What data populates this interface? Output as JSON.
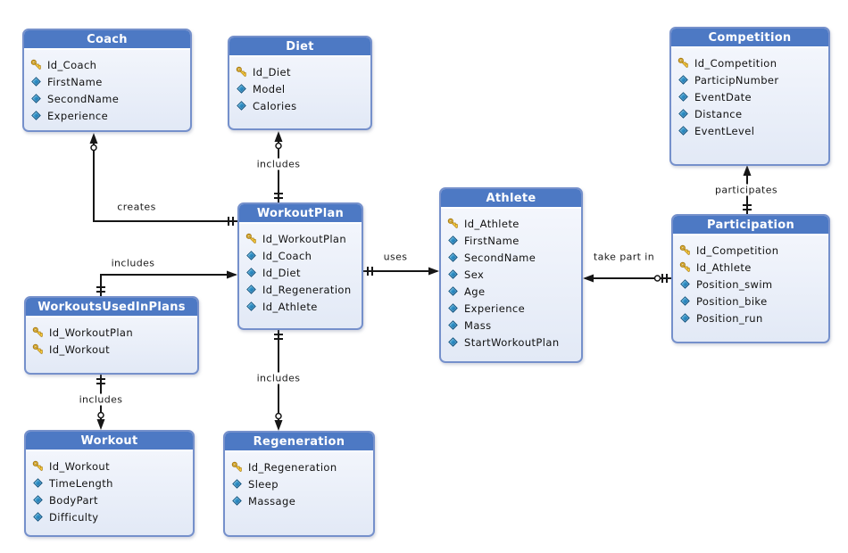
{
  "diagram": {
    "colors": {
      "header": "#4d79c4",
      "entity_border": "#7590cb",
      "entity_fill_top": "#f6f8fd",
      "entity_fill_bottom": "#e2e9f6",
      "line": "#161616",
      "key_gold": "#f3c73e",
      "diamond_blue": "#2d8ec5",
      "canvas": "#ffffff"
    },
    "entities": [
      {
        "name": "Coach",
        "attributes": [
          {
            "icon": "key",
            "label": "Id_Coach"
          },
          {
            "icon": "attribute",
            "label": "FirstName"
          },
          {
            "icon": "attribute",
            "label": "SecondName"
          },
          {
            "icon": "attribute",
            "label": "Experience"
          }
        ]
      },
      {
        "name": "Diet",
        "attributes": [
          {
            "icon": "key",
            "label": "Id_Diet"
          },
          {
            "icon": "attribute",
            "label": "Model"
          },
          {
            "icon": "attribute",
            "label": "Calories"
          }
        ]
      },
      {
        "name": "Competition",
        "attributes": [
          {
            "icon": "key",
            "label": "Id_Competition"
          },
          {
            "icon": "attribute",
            "label": "ParticipNumber"
          },
          {
            "icon": "attribute",
            "label": "EventDate"
          },
          {
            "icon": "attribute",
            "label": "Distance"
          },
          {
            "icon": "attribute",
            "label": "EventLevel"
          }
        ]
      },
      {
        "name": "WorkoutPlan",
        "attributes": [
          {
            "icon": "key",
            "label": "Id_WorkoutPlan"
          },
          {
            "icon": "attribute",
            "label": "Id_Coach"
          },
          {
            "icon": "attribute",
            "label": "Id_Diet"
          },
          {
            "icon": "attribute",
            "label": "Id_Regeneration"
          },
          {
            "icon": "attribute",
            "label": "Id_Athlete"
          }
        ]
      },
      {
        "name": "Athlete",
        "attributes": [
          {
            "icon": "key",
            "label": "Id_Athlete"
          },
          {
            "icon": "attribute",
            "label": "FirstName"
          },
          {
            "icon": "attribute",
            "label": "SecondName"
          },
          {
            "icon": "attribute",
            "label": "Sex"
          },
          {
            "icon": "attribute",
            "label": "Age"
          },
          {
            "icon": "attribute",
            "label": "Experience"
          },
          {
            "icon": "attribute",
            "label": "Mass"
          },
          {
            "icon": "attribute",
            "label": "StartWorkoutPlan"
          }
        ]
      },
      {
        "name": "Participation",
        "attributes": [
          {
            "icon": "key",
            "label": "Id_Competition"
          },
          {
            "icon": "key",
            "label": "Id_Athlete"
          },
          {
            "icon": "attribute",
            "label": "Position_swim"
          },
          {
            "icon": "attribute",
            "label": "Position_bike"
          },
          {
            "icon": "attribute",
            "label": "Position_run"
          }
        ]
      },
      {
        "name": "WorkoutsUsedInPlans",
        "attributes": [
          {
            "icon": "key",
            "label": "Id_WorkoutPlan"
          },
          {
            "icon": "key",
            "label": "Id_Workout"
          }
        ]
      },
      {
        "name": "Workout",
        "attributes": [
          {
            "icon": "key",
            "label": "Id_Workout"
          },
          {
            "icon": "attribute",
            "label": "TimeLength"
          },
          {
            "icon": "attribute",
            "label": "BodyPart"
          },
          {
            "icon": "attribute",
            "label": "Difficulty"
          }
        ]
      },
      {
        "name": "Regeneration",
        "attributes": [
          {
            "icon": "key",
            "label": "Id_Regeneration"
          },
          {
            "icon": "attribute",
            "label": "Sleep"
          },
          {
            "icon": "attribute",
            "label": "Massage"
          }
        ]
      }
    ],
    "relationships": [
      {
        "label": "creates",
        "from": "WorkoutPlan",
        "to": "Coach"
      },
      {
        "label": "includes",
        "from": "WorkoutPlan",
        "to": "Diet"
      },
      {
        "label": "includes",
        "from": "WorkoutsUsedInPlans",
        "to": "WorkoutPlan"
      },
      {
        "label": "uses",
        "from": "WorkoutPlan",
        "to": "Athlete"
      },
      {
        "label": "take part in",
        "from": "Participation",
        "to": "Athlete"
      },
      {
        "label": "participates",
        "from": "Participation",
        "to": "Competition"
      },
      {
        "label": "includes",
        "from": "WorkoutPlan",
        "to": "Regeneration"
      },
      {
        "label": "includes",
        "from": "WorkoutsUsedInPlans",
        "to": "Workout"
      }
    ]
  }
}
